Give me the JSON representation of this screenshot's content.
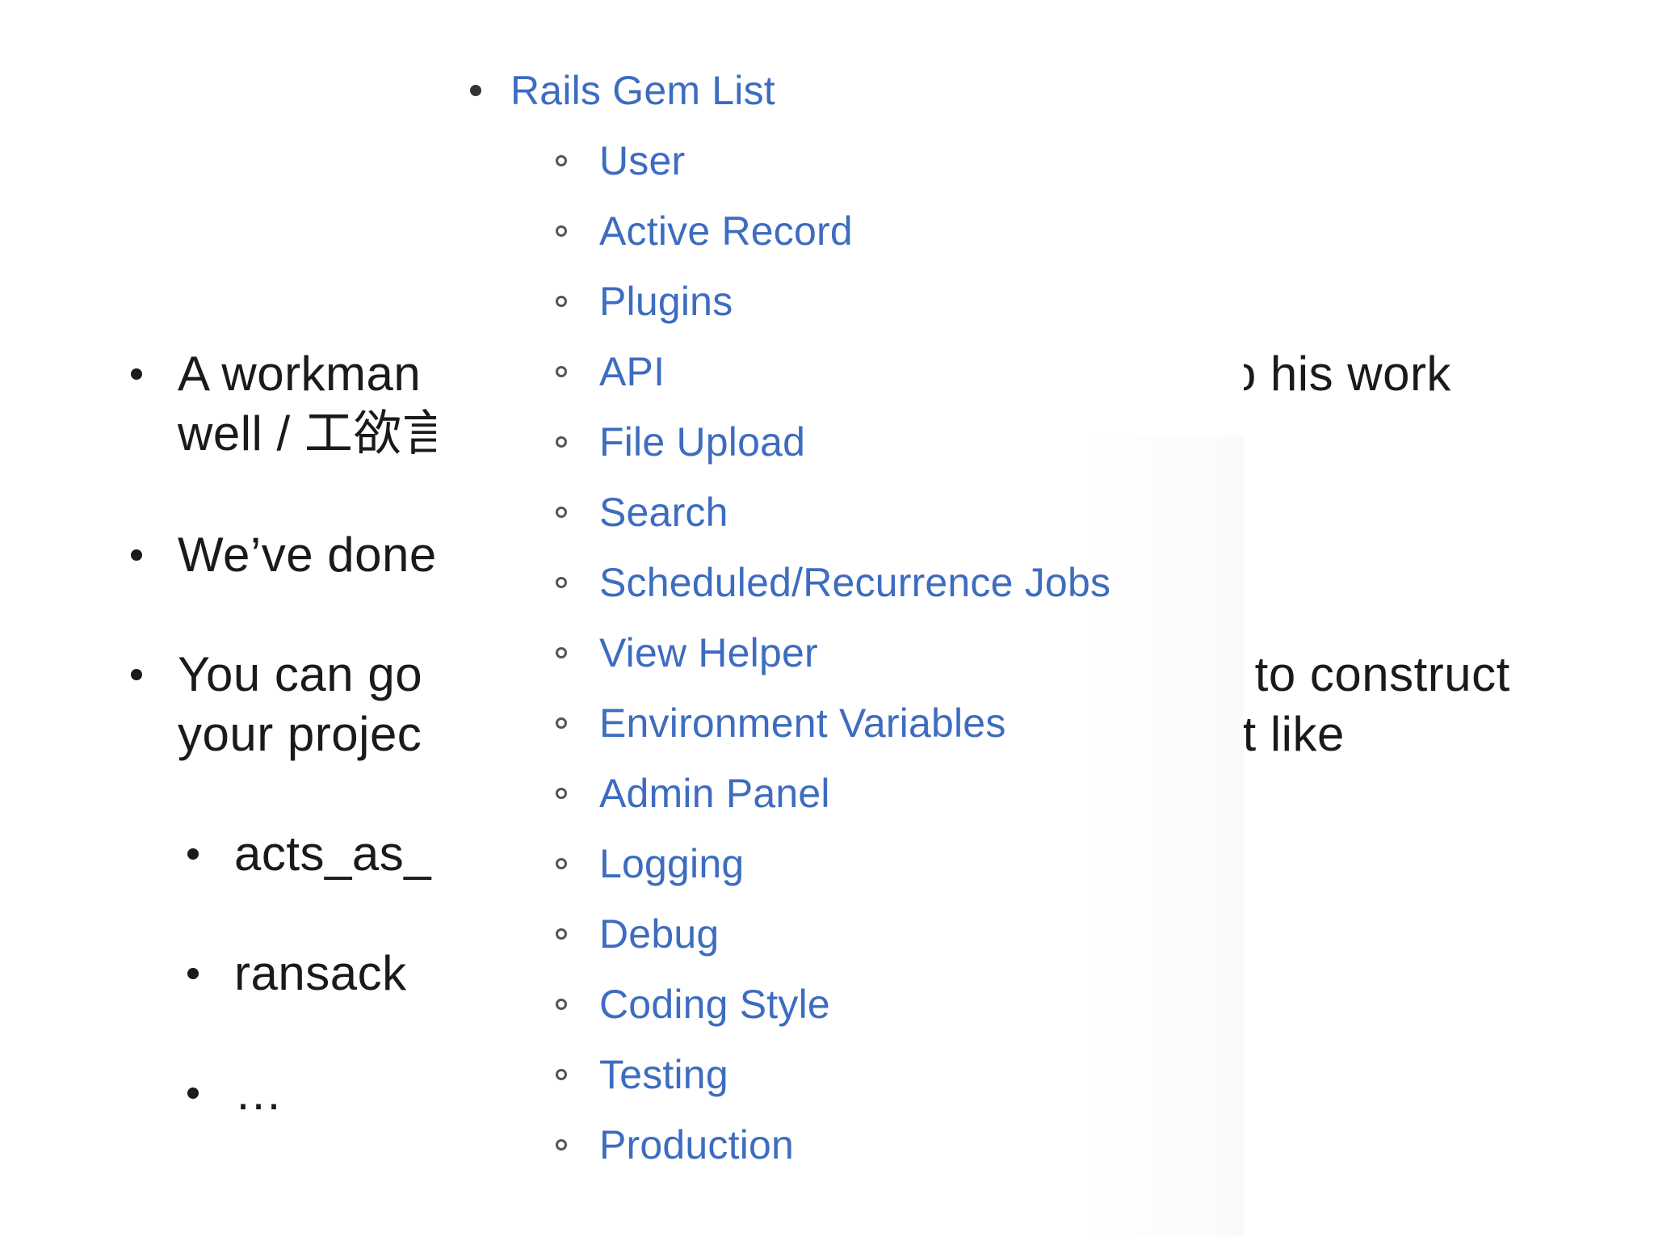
{
  "slide": {
    "bullets": [
      {
        "line1": "A workman",
        "line1_right": "lo his work",
        "line2": "well / 工欲言"
      },
      {
        "line1": "We’ve done"
      },
      {
        "line1": "You can go",
        "line1_right": "v to construct",
        "line2": "your projec",
        "line2_right": "st like"
      }
    ],
    "sub_bullets": [
      "acts_as_",
      "ransack",
      "…"
    ]
  },
  "gem_list": {
    "title": "Rails Gem List",
    "items": [
      "User",
      "Active Record",
      "Plugins",
      "API",
      "File Upload",
      "Search",
      "Scheduled/Recurrence Jobs",
      "View Helper",
      "Environment Variables",
      "Admin Panel",
      "Logging",
      "Debug",
      "Coding Style",
      "Testing",
      "Production"
    ]
  },
  "colors": {
    "link": "#3d6cc0",
    "text": "#1a1a1a",
    "background": "#ffffff"
  }
}
